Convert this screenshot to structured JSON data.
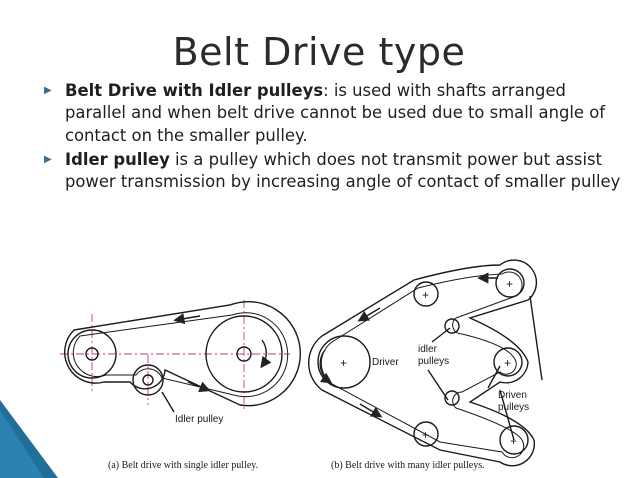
{
  "slide": {
    "title": "Belt Drive type",
    "bullets": [
      {
        "term": "Belt Drive with Idler pulleys",
        "text": ": is used with shafts arranged parallel and when belt drive cannot be used due to small angle of contact on the smaller pulley."
      },
      {
        "term": "Idler pulley",
        "text": " is a pulley which does not transmit power but assist power transmission by increasing angle of contact of smaller pulley"
      }
    ]
  },
  "figure": {
    "a": {
      "label_idler": "Idler pulley",
      "caption": "(a)  Belt drive with single idler pulley."
    },
    "b": {
      "label_driver": "Driver",
      "label_idler": "idler",
      "label_idler2": "pulleys",
      "label_driven": "Driven",
      "label_driven2": "pulleys",
      "caption": "(b)  Belt drive with many idler pulleys."
    }
  },
  "theme": {
    "accent": "#1f6f9a",
    "text": "#1f1f1f"
  }
}
